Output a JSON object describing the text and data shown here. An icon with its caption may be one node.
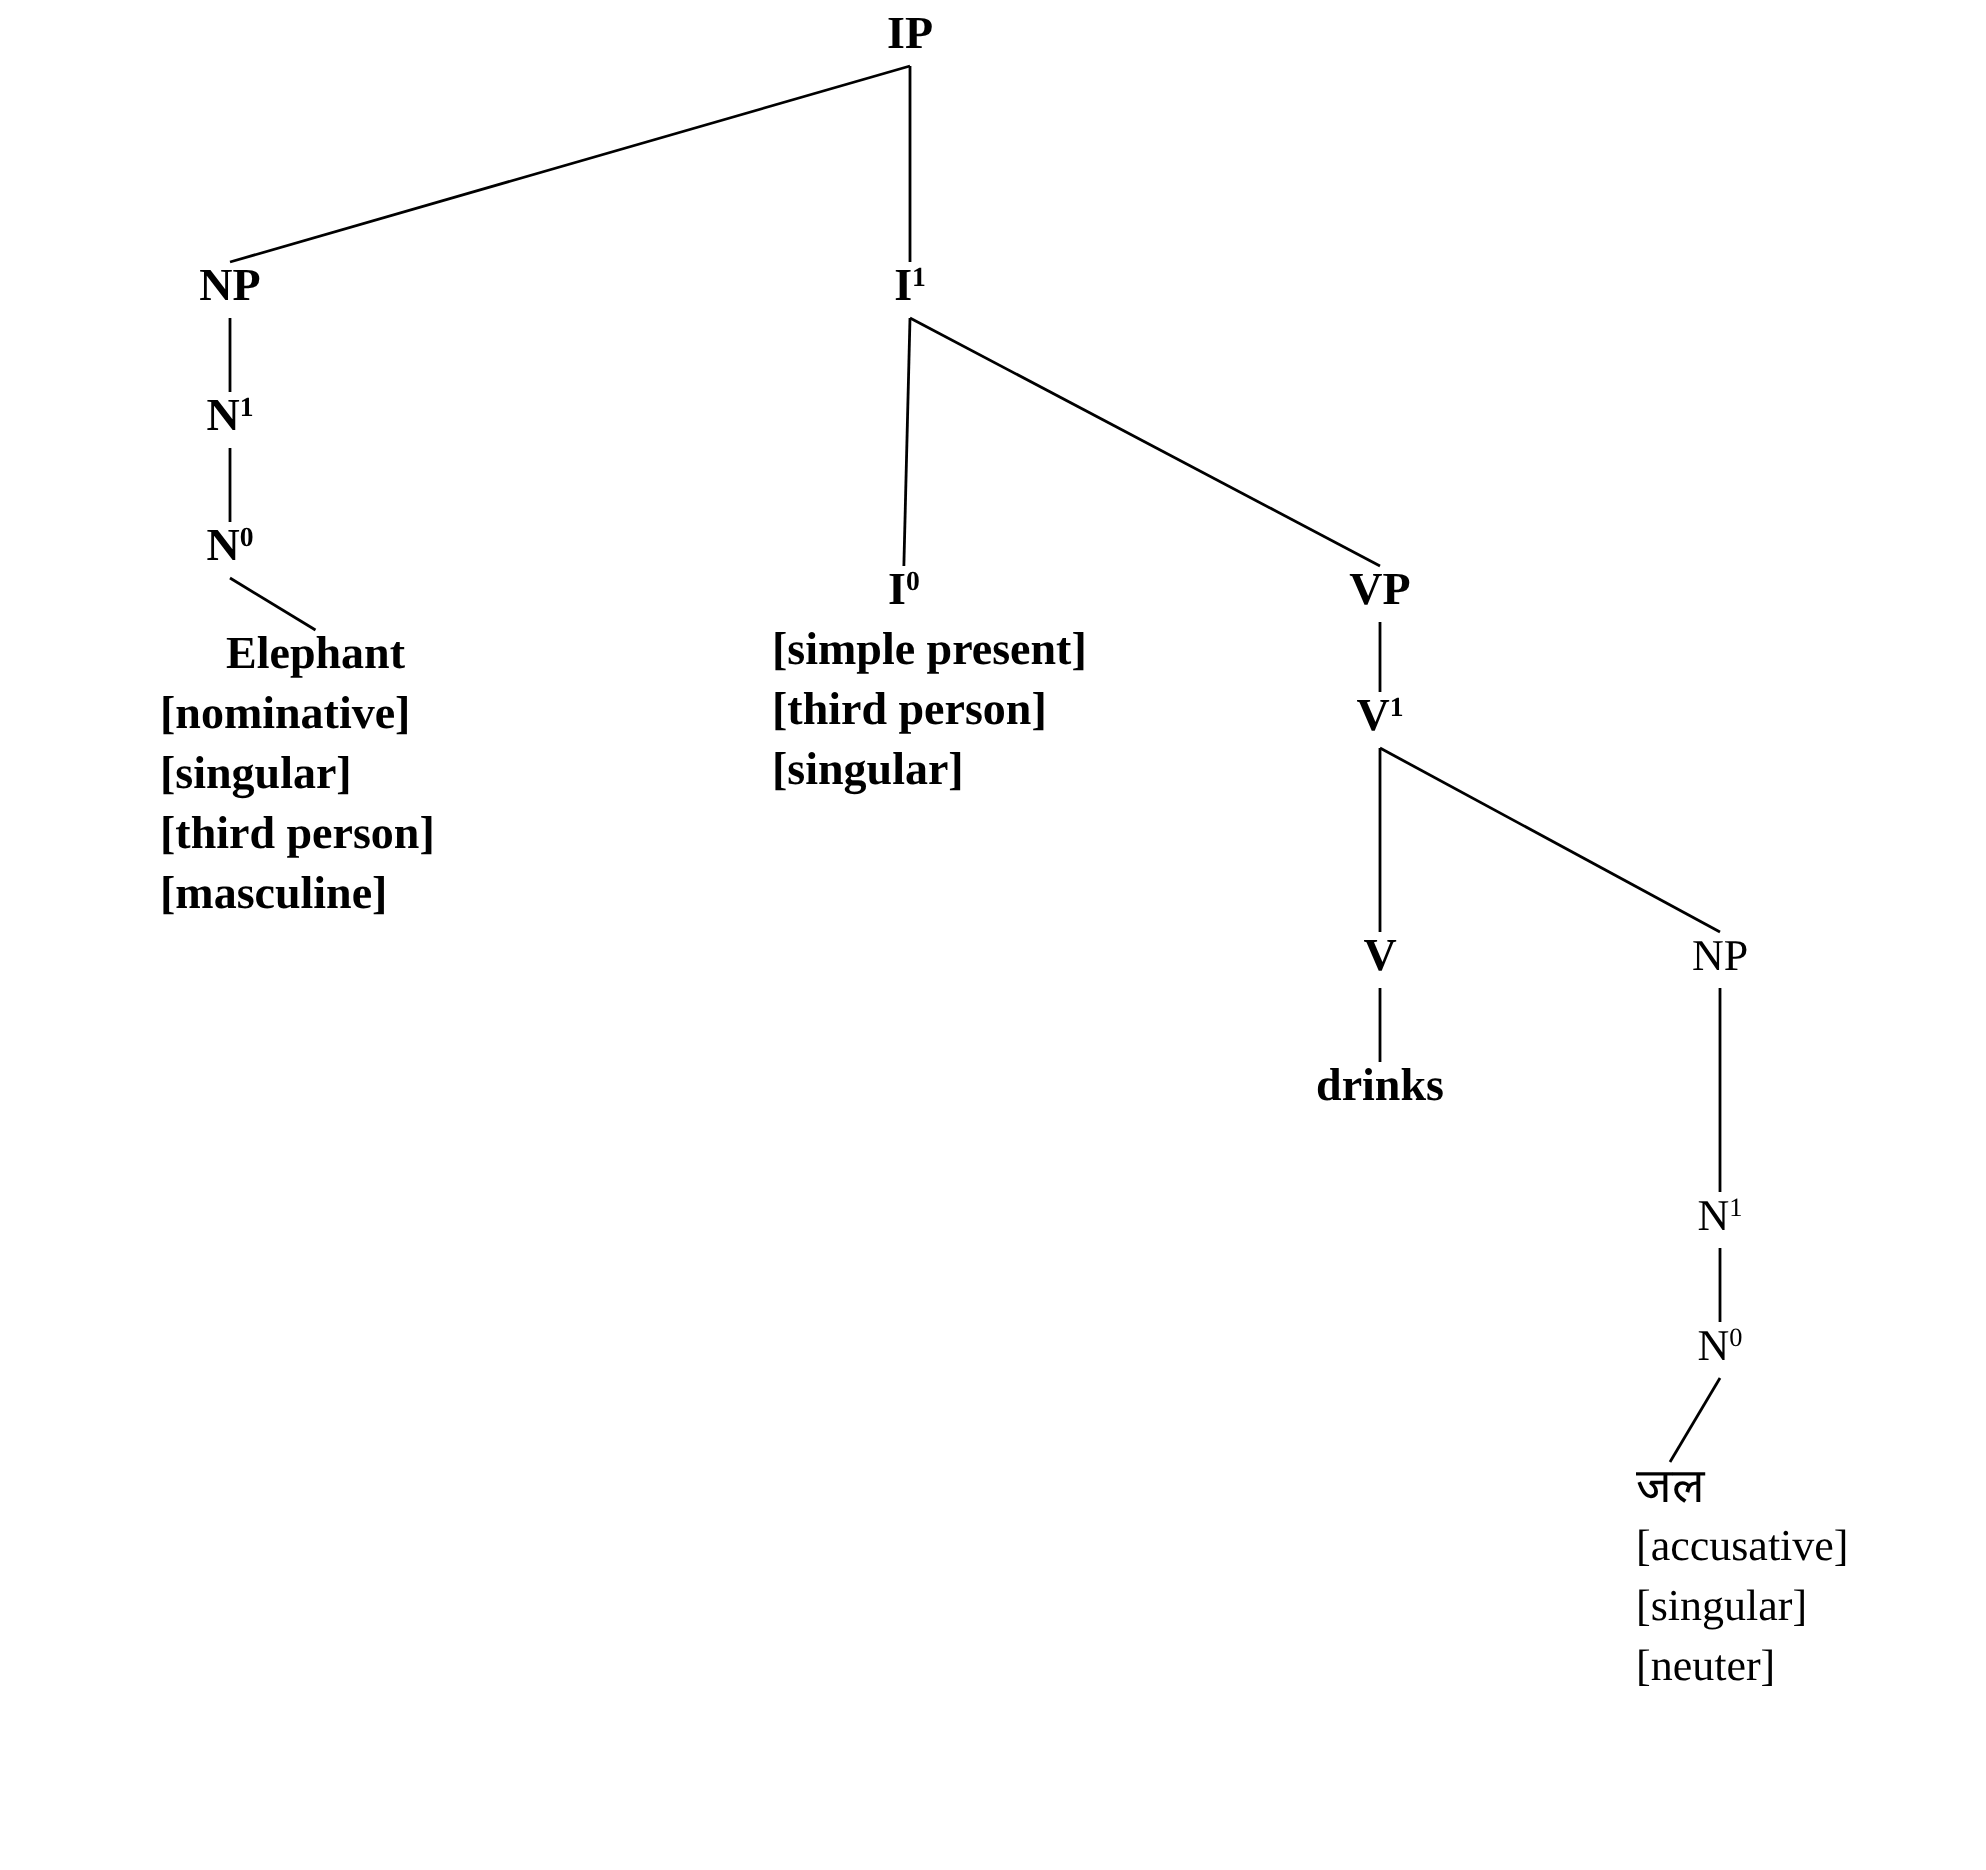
{
  "diagram": {
    "nodes": [
      {
        "text": [
          "IP"
        ]
      },
      {
        "text": [
          "NP"
        ]
      },
      {
        "text": [
          "I$^{1}$"
        ]
      },
      {
        "text": [
          "N$^{1}$"
        ]
      },
      {
        "text": [
          "N$^{0}$"
        ]
      },
      {
        "text": [
          "Elephant",
          "[nominative]",
          "[singular]",
          "[third person]",
          "[masculine]"
        ]
      },
      {
        "text": [
          "I$^{0}$",
          "[simple present]",
          "[third person]",
          "[singular]"
        ]
      },
      {
        "text": [
          "VP"
        ]
      },
      {
        "text": [
          "V$^{1}$"
        ]
      },
      {
        "text": [
          "V"
        ]
      },
      {
        "text": [
          "NP"
        ]
      },
      {
        "text": [
          "drinks"
        ]
      },
      {
        "text": [
          "N$^{1}$"
        ]
      },
      {
        "text": [
          "N$^{0}$"
        ]
      },
      {
        "text": [
          "जल",
          "[accusative]",
          "[singular]",
          "[neuter]"
        ]
      }
    ],
    "edges": [
      {
        "from": 0,
        "to": 1,
        "arrow": "none"
      },
      {
        "from": 0,
        "to": 2,
        "arrow": "none"
      },
      {
        "from": 1,
        "to": 3,
        "arrow": "none"
      },
      {
        "from": 3,
        "to": 4,
        "arrow": "none"
      },
      {
        "from": 4,
        "to": 5,
        "arrow": "none"
      },
      {
        "from": 2,
        "to": 6,
        "arrow": "none"
      },
      {
        "from": 2,
        "to": 7,
        "arrow": "none"
      },
      {
        "from": 7,
        "to": 8,
        "arrow": "none"
      },
      {
        "from": 8,
        "to": 9,
        "arrow": "none"
      },
      {
        "from": 8,
        "to": 10,
        "arrow": "none"
      },
      {
        "from": 9,
        "to": 11,
        "arrow": "none"
      },
      {
        "from": 10,
        "to": 12,
        "arrow": "none"
      },
      {
        "from": 12,
        "to": 13,
        "arrow": "none"
      },
      {
        "from": 13,
        "to": 14,
        "arrow": "none"
      }
    ]
  }
}
